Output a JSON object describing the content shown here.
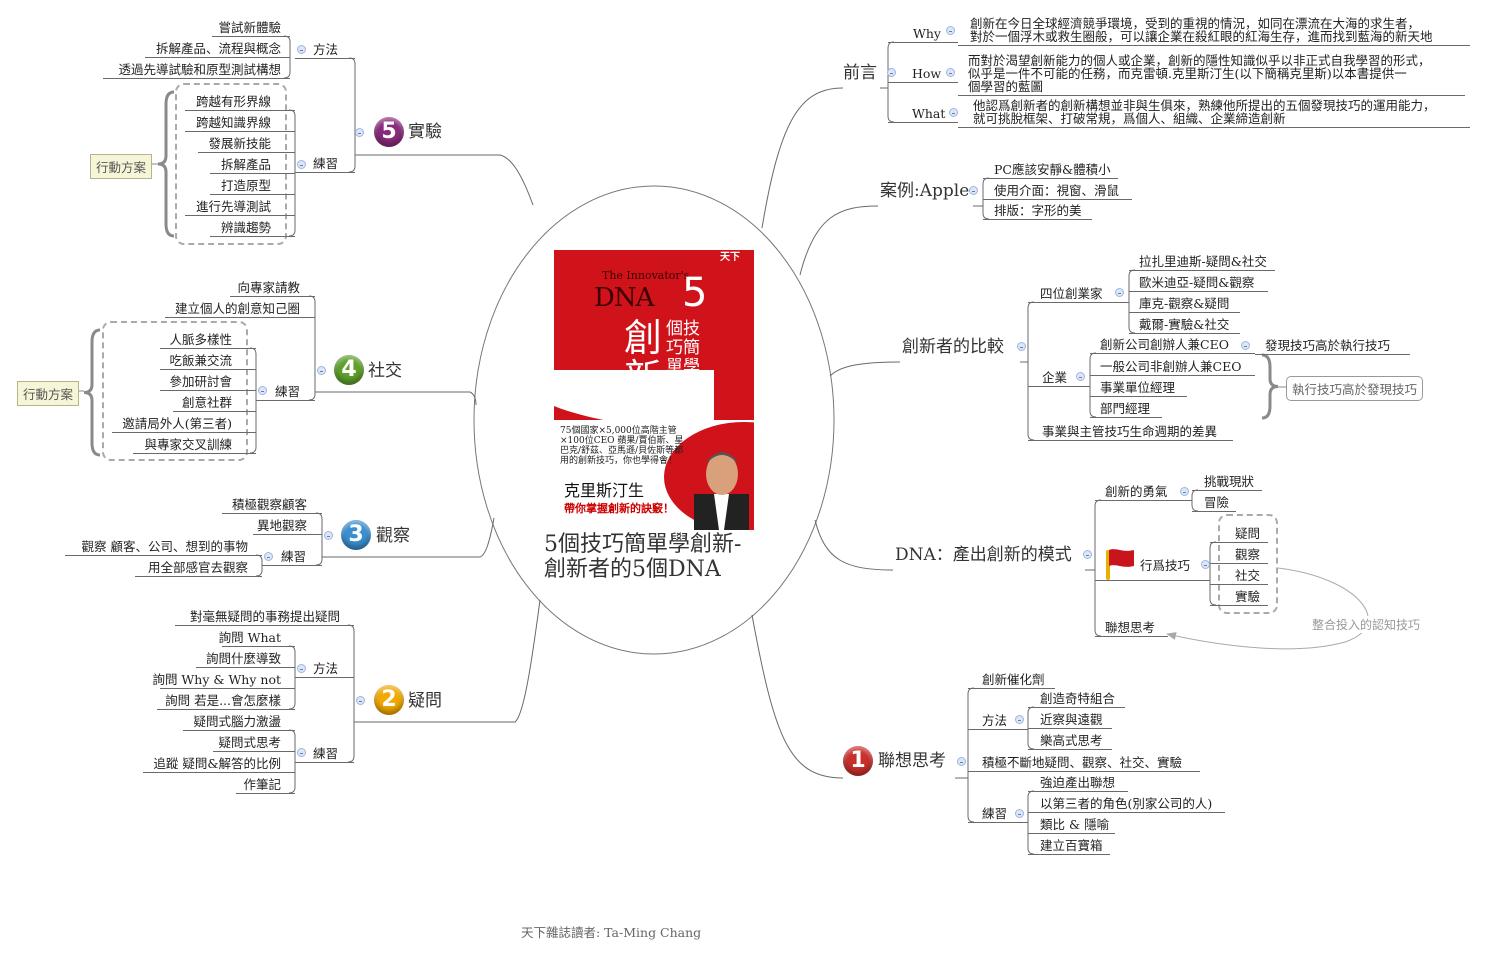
{
  "center": {
    "title_line1": "5個技巧簡單學創新-",
    "title_line2": "創新者的5個DNA"
  },
  "cover": {
    "publisher": "天下",
    "en_title": "The Innovator's",
    "dna": "DNA",
    "five": "5",
    "big": "創新",
    "small": "個技巧簡單學",
    "stats": "75個國家×5,000位高階主管×100位CEO 蘋果/賈伯斯、星巴克/舒茲、亞馬遜/貝佐斯等都用的創新技巧，你也學得會！",
    "author": "克里斯汀生",
    "slogan": "帶你掌握創新的訣竅！"
  },
  "footer": "天下雜誌讀者: Ta-Ming Chang",
  "colors": {
    "q1": "#c9302c",
    "q2": "#f2a900",
    "q3": "#3b8fd1",
    "q4": "#5ea02c",
    "q5": "#8a2b7c",
    "flag": "#c8141b"
  },
  "intro": {
    "title": "前言",
    "items": [
      {
        "label": "Why",
        "text": "創新在今日全球經濟競爭環境，受到的重視的情況，如同在漂流在大海的求生者，\n對於一個浮木或救生圈般，可以讓企業在殺紅眼的紅海生存，進而找到藍海的新天地"
      },
      {
        "label": "How",
        "text": "而對於渴望創新能力的個人或企業，創新的隱性知識似乎以非正式自我學習的形式，\n似乎是一件不可能的任務，而克雷頓.克里斯汀生(以下簡稱克里斯)以本書提供一\n個學習的藍圖"
      },
      {
        "label": "What",
        "text": "他認爲創新者的創新構想並非與生俱來，熟練他所提出的五個發現技巧的運用能力，\n就可挑脫框架、打破常規，爲個人、組織、企業締造創新"
      }
    ]
  },
  "apple": {
    "title": "案例:Apple",
    "items": [
      "PC應該安靜&體積小",
      "使用介面：視窗、滑鼠",
      "排版：字形的美"
    ]
  },
  "compare": {
    "title": "創新者的比較",
    "founders": {
      "label": "四位創業家",
      "items": [
        "拉扎里迪斯-疑問&社交",
        "歐米迪亞-疑問&觀察",
        "庫克-觀察&疑問",
        "戴爾-實驗&社交"
      ]
    },
    "corporate": {
      "label": "企業",
      "items": [
        "創新公司創辦人兼CEO",
        "一般公司非創辦人兼CEO",
        "事業單位經理",
        "部門經理"
      ],
      "founder_note": "發現技巧高於執行技巧",
      "others_note": "執行技巧高於發現技巧"
    },
    "lifecycle": "事業與主管技巧生命週期的差異"
  },
  "dna": {
    "title": "DNA：產出創新的模式",
    "courage": {
      "label": "創新的勇氣",
      "items": [
        "挑戰現狀",
        "冒險"
      ]
    },
    "behaviors": {
      "label": "行爲技巧",
      "icon": "red-flag",
      "items": [
        "疑問",
        "觀察",
        "社交",
        "實驗"
      ]
    },
    "associating": "聯想思考",
    "relation_note": "整合投入的認知技巧"
  },
  "associating": {
    "number": "1",
    "title": "聯想思考",
    "catalyst": "創新催化劑",
    "methods": {
      "label": "方法",
      "items": [
        "創造奇特組合",
        "近察與遠觀",
        "樂高式思考"
      ]
    },
    "lead": "積極不斷地疑問、觀察、社交、實驗",
    "practice": {
      "label": "練習",
      "items": [
        "強迫產出聯想",
        "以第三者的角色(別家公司的人)",
        "類比 & 隱喻",
        "建立百寶箱"
      ]
    }
  },
  "questioning": {
    "number": "2",
    "title": "疑問",
    "lead": "對毫無疑問的事務提出疑問",
    "methods": {
      "label": "方法",
      "items": [
        "詢問 What",
        "詢問什麼導致",
        "詢問 Why & Why not",
        "詢問 若是...會怎麼樣"
      ]
    },
    "practice": {
      "label": "練習",
      "items": [
        "疑問式腦力激盪",
        "疑問式思考",
        "追蹤 疑問&解答的比例",
        "作筆記"
      ]
    }
  },
  "observing": {
    "number": "3",
    "title": "觀察",
    "items": [
      "積極觀察顧客",
      "異地觀察"
    ],
    "practice": {
      "label": "練習",
      "items": [
        "觀察 顧客、公司、想到的事物",
        "用全部感官去觀察"
      ]
    }
  },
  "networking": {
    "number": "4",
    "title": "社交",
    "items": [
      "向專家請教",
      "建立個人的創意知己圈"
    ],
    "practice": {
      "label": "練習",
      "items": [
        "人脈多樣性",
        "吃飯兼交流",
        "參加研討會",
        "創意社群",
        "邀請局外人(第三者)",
        "與專家交叉訓練"
      ]
    },
    "action_plan": "行動方案"
  },
  "experimenting": {
    "number": "5",
    "title": "實驗",
    "methods": {
      "label": "方法",
      "items": [
        "嘗試新體驗",
        "拆解產品、流程與概念",
        "透過先導試驗和原型測試構想"
      ]
    },
    "practice": {
      "label": "練習",
      "items": [
        "跨越有形界線",
        "跨越知識界線",
        "發展新技能",
        "拆解產品",
        "打造原型",
        "進行先導測試",
        "辨識趨勢"
      ]
    },
    "action_plan": "行動方案"
  }
}
